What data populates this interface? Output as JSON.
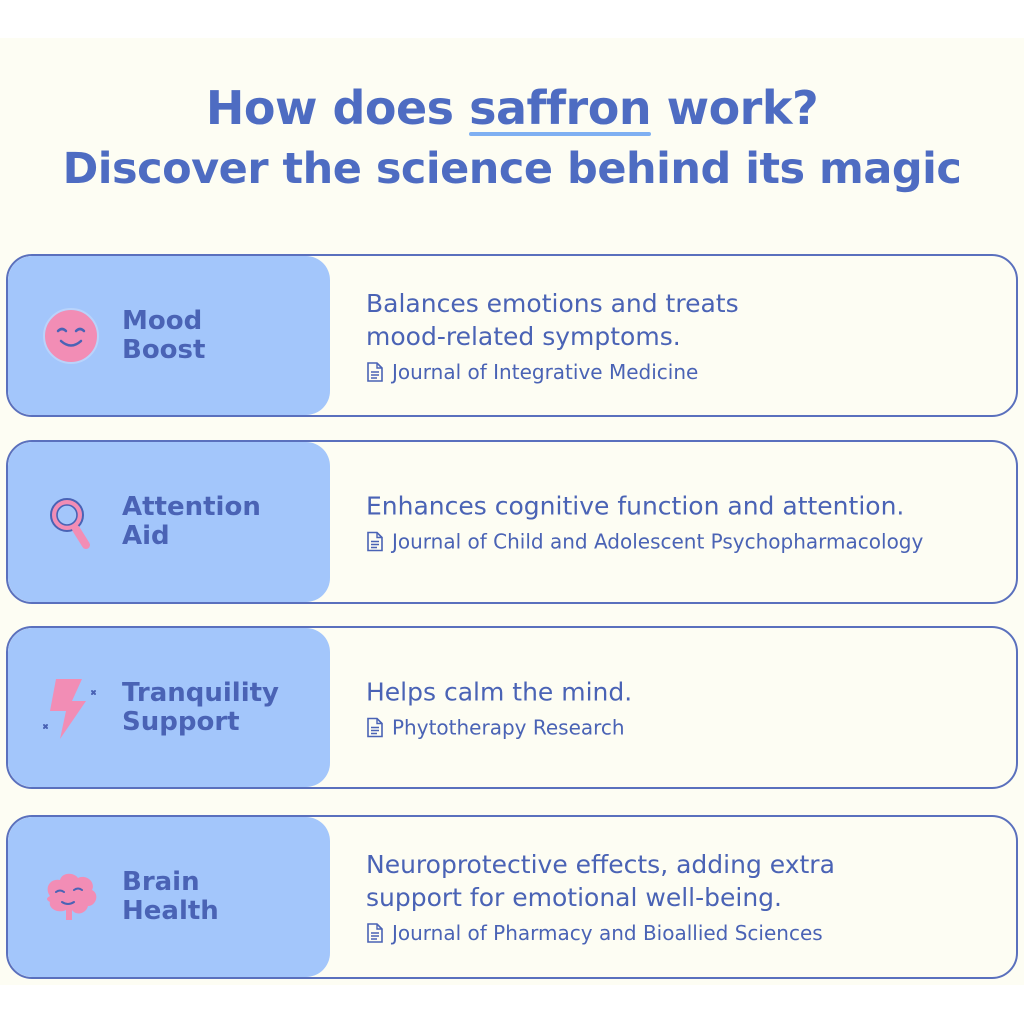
{
  "heading": {
    "line1_before": "How does ",
    "line1_highlight": "saffron",
    "line1_after": " work?",
    "line2": "Discover the science behind its magic"
  },
  "colors": {
    "heading": "#4e6cc2",
    "highlight_underline": "#7fb0f2",
    "card_border": "#5a70bd",
    "card_left_bg": "#a3c6fb",
    "icon_pink": "#f28db5",
    "background": "#fdfdf3"
  },
  "cards": [
    {
      "icon": "smiley-face-icon",
      "title_line1": "Mood",
      "title_line2": "Boost",
      "desc_line1": "Balances emotions and treats",
      "desc_line2": "mood-related symptoms.",
      "source": "Journal of Integrative Medicine"
    },
    {
      "icon": "magnifying-glass-icon",
      "title_line1": "Attention",
      "title_line2": "Aid",
      "desc_line1": "Enhances cognitive function and attention.",
      "desc_line2": "",
      "source": "Journal of Child and Adolescent Psychopharmacology"
    },
    {
      "icon": "lightning-bolt-icon",
      "title_line1": "Tranquility",
      "title_line2": "Support",
      "desc_line1": "Helps calm the mind.",
      "desc_line2": "",
      "source": "Phytotherapy Research"
    },
    {
      "icon": "brain-icon",
      "title_line1": "Brain",
      "title_line2": "Health",
      "desc_line1": "Neuroprotective effects, adding extra",
      "desc_line2": "support for emotional well-being.",
      "source": "Journal of Pharmacy and Bioallied Sciences"
    }
  ]
}
